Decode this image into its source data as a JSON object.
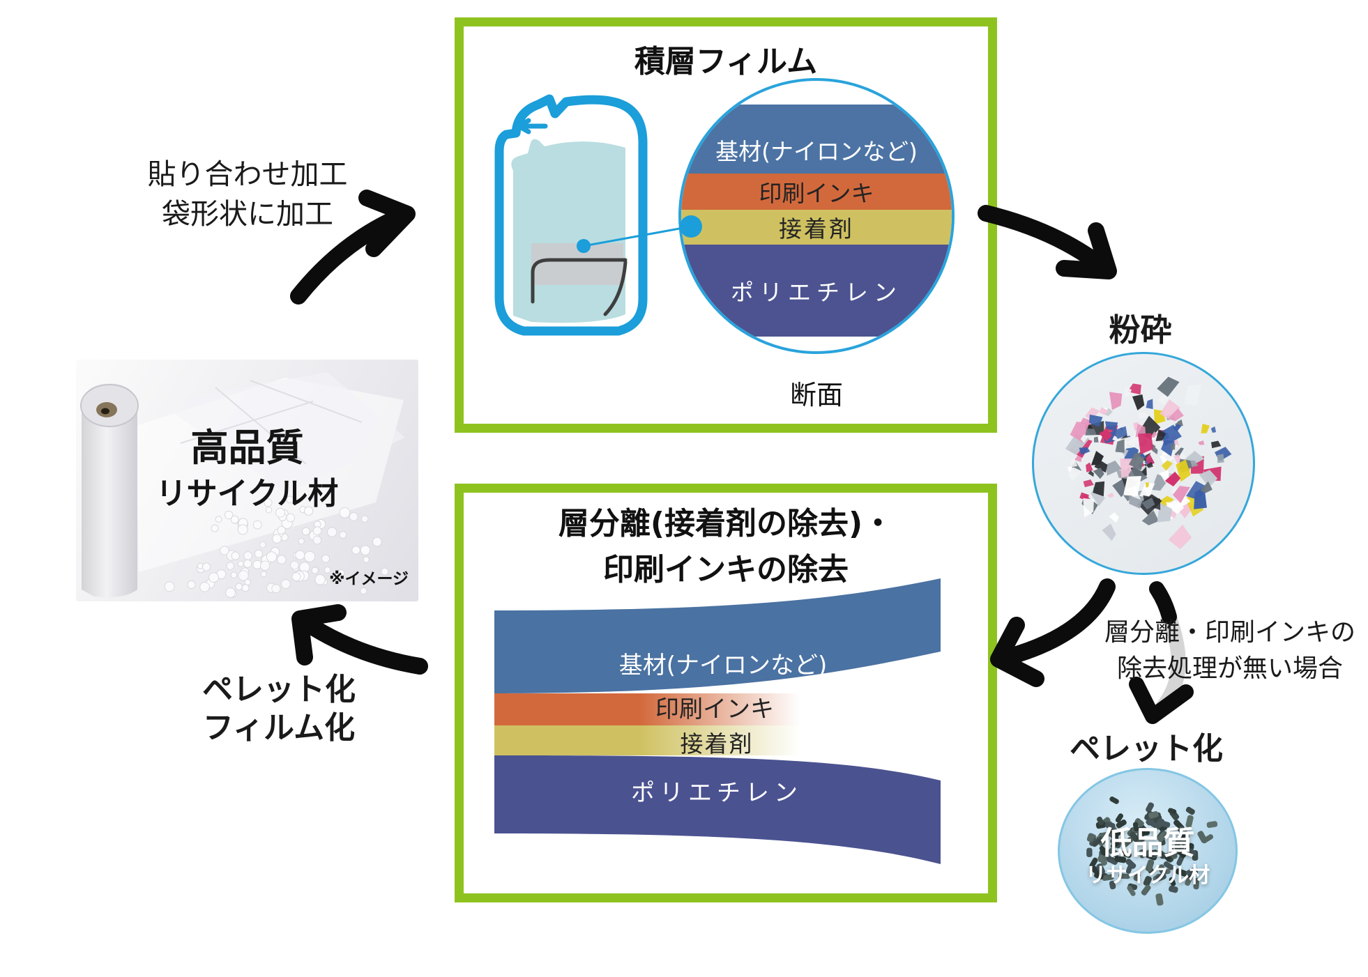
{
  "top_box": {
    "title": "積層フィルム",
    "section_label": "断面",
    "layers": [
      {
        "label": "基材(ナイロンなど)"
      },
      {
        "label": "印刷インキ"
      },
      {
        "label": "接着剤"
      },
      {
        "label": "ポリエチレン"
      }
    ]
  },
  "bottom_box": {
    "title_line1": "層分離(接着剤の除去)・",
    "title_line2": "印刷インキの除去",
    "layers": [
      {
        "label": "基材(ナイロンなど)"
      },
      {
        "label": "印刷インキ"
      },
      {
        "label": "接着剤"
      },
      {
        "label": "ポリエチレン"
      }
    ]
  },
  "left_flow": {
    "lamination_line1": "貼り合わせ加工",
    "lamination_line2": "袋形状に加工",
    "pellet_film_line1": "ペレット化",
    "pellet_film_line2": "フィルム化"
  },
  "photo": {
    "quality_line1": "高品質",
    "quality_line2": "リサイクル材",
    "note": "※イメージ"
  },
  "right_flow": {
    "crush_label": "粉砕",
    "no_removal_line1": "層分離・印刷インキの",
    "no_removal_line2": "除去処理が無い場合",
    "pelletize_label": "ペレット化",
    "low_quality_line1": "低品質",
    "low_quality_line2": "リサイクル材"
  },
  "colors": {
    "box_border": "#8ec31f",
    "cyan_outline": "#1b9ed9",
    "layer_base_blue": "#4c73a3",
    "layer_ink_orange": "#d2693c",
    "layer_adhesive_yellow": "#cfc161",
    "layer_pe_navy": "#4c5390",
    "arrow_black": "#0c0c0c",
    "arrow_gray": "#d5d5d5"
  },
  "decor": {
    "shard_palette": [
      "#6b7680",
      "#ffffff",
      "#f0f2f4",
      "#e796bd",
      "#d2346e",
      "#e3cf1e",
      "#3a5fa8",
      "#2b2f33",
      "#c3c9d1",
      "#9aa3ad",
      "#f3c3d8"
    ],
    "pellet_palette": [
      "#46555a",
      "#3c4a48",
      "#556663",
      "#2f3c3a",
      "#5d6e6a"
    ],
    "photo_pellet_fill": "#fcfcfe"
  }
}
